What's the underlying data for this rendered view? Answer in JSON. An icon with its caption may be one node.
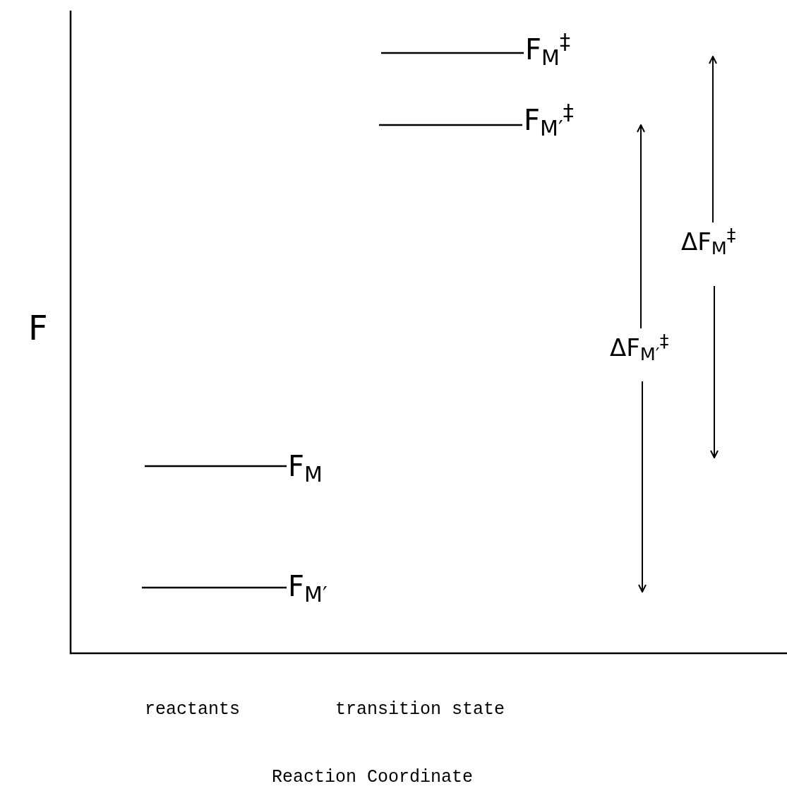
{
  "diagram": {
    "labels": [
      "F$_{M}$$^{‡}$",
      "F$_{M′}$$^{‡}$",
      "ΔF$_{M}$$^{‡}$",
      "F",
      "ΔF$_{M′}$$^{‡}$",
      "F$_{M}$",
      "F$_{M′}$",
      "reactants",
      "transition state",
      "Reaction Coordinate"
    ]
  }
}
